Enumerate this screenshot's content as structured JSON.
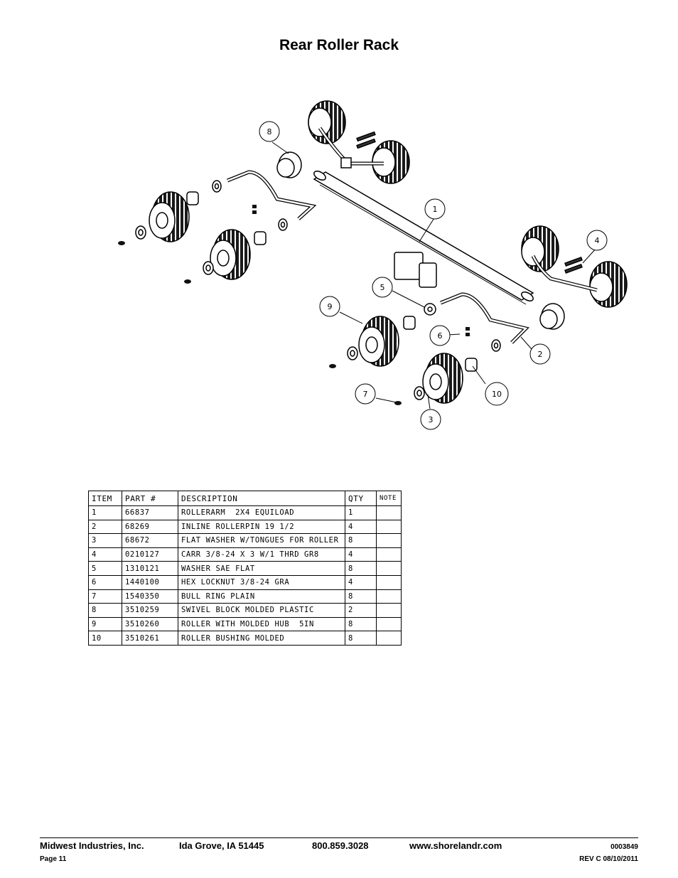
{
  "title": "Rear Roller Rack",
  "callouts": [
    "8",
    "1",
    "4",
    "5",
    "9",
    "6",
    "2",
    "7",
    "10",
    "3"
  ],
  "table": {
    "headers": [
      "ITEM",
      "PART #",
      "DESCRIPTION",
      "QTY",
      "NOTE"
    ],
    "rows": [
      [
        "1",
        "66837",
        "ROLLERARM  2X4 EQUILOAD",
        "1",
        ""
      ],
      [
        "2",
        "68269",
        "INLINE ROLLERPIN 19 1/2",
        "4",
        ""
      ],
      [
        "3",
        "68672",
        "FLAT WASHER W/TONGUES FOR ROLLER",
        "8",
        ""
      ],
      [
        "4",
        "0210127",
        "CARR 3/8-24 X 3 W/1 THRD GR8",
        "4",
        ""
      ],
      [
        "5",
        "1310121",
        "WASHER SAE FLAT",
        "8",
        ""
      ],
      [
        "6",
        "1440100",
        "HEX LOCKNUT 3/8-24 GRA",
        "4",
        ""
      ],
      [
        "7",
        "1540350",
        "BULL RING PLAIN",
        "8",
        ""
      ],
      [
        "8",
        "3510259",
        "SWIVEL BLOCK MOLDED PLASTIC",
        "2",
        ""
      ],
      [
        "9",
        "3510260",
        "ROLLER WITH MOLDED HUB  5IN",
        "8",
        ""
      ],
      [
        "10",
        "3510261",
        "ROLLER BUSHING MOLDED",
        "8",
        ""
      ]
    ]
  },
  "footer": {
    "company": "Midwest Industries, Inc.",
    "location": "Ida Grove, IA  51445",
    "phone": "800.859.3028",
    "website": "www.shorelandr.com",
    "doc_number": "0003849",
    "page": "Page 11",
    "revision": "REV C  08/10/2011"
  }
}
